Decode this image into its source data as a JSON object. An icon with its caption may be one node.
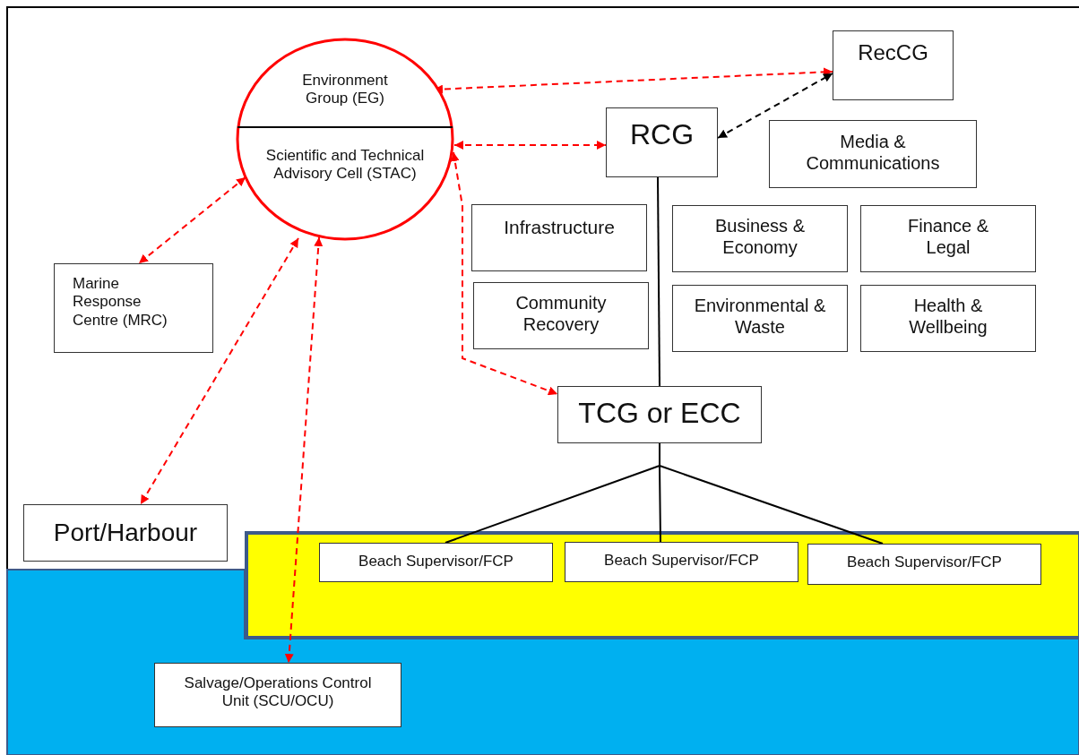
{
  "diagram": {
    "nodes": [
      {
        "text": [
          "Environment Group (EG)",
          "Scientific and Technical Advisory Cell (STAC)"
        ]
      },
      {
        "text": [
          "RecCG"
        ]
      },
      {
        "text": [
          "RCG"
        ]
      },
      {
        "text": [
          "Media & Communications"
        ]
      },
      {
        "text": [
          "Infrastructure"
        ]
      },
      {
        "text": [
          "Business & Economy"
        ]
      },
      {
        "text": [
          "Finance & Legal"
        ]
      },
      {
        "text": [
          "Marine Response Centre (MRC)"
        ]
      },
      {
        "text": [
          "Community Recovery"
        ]
      },
      {
        "text": [
          "Environmental & Waste"
        ]
      },
      {
        "text": [
          "Health & Wellbeing"
        ]
      },
      {
        "text": [
          "TCG or ECC"
        ]
      },
      {
        "text": [
          "Port/Harbour"
        ]
      },
      {
        "text": [
          "Beach Supervisor/FCP"
        ]
      },
      {
        "text": [
          "Beach Supervisor/FCP"
        ]
      },
      {
        "text": [
          "Beach Supervisor/FCP"
        ]
      },
      {
        "text": [
          "Salvage/Operations Control Unit (SCU/OCU)"
        ]
      }
    ],
    "edges": [
      {
        "from": 0,
        "to": 1,
        "arrow": "both",
        "style": "dashed",
        "color": "#ff0000"
      },
      {
        "from": 2,
        "to": 1,
        "arrow": "both",
        "style": "dashed",
        "color": "#000000"
      },
      {
        "from": 0,
        "to": 2,
        "arrow": "both",
        "style": "dashed",
        "color": "#ff0000"
      },
      {
        "from": 0,
        "to": 7,
        "arrow": "both",
        "style": "dashed",
        "color": "#ff0000"
      },
      {
        "from": 0,
        "to": 12,
        "arrow": "both",
        "style": "dashed",
        "color": "#ff0000"
      },
      {
        "from": 0,
        "to": 16,
        "arrow": "both",
        "style": "dashed",
        "color": "#ff0000"
      },
      {
        "from": 0,
        "to": 11,
        "arrow": "both",
        "style": "dashed",
        "color": "#ff0000"
      },
      {
        "from": 2,
        "to": 11,
        "arrow": "none",
        "color": "#000000"
      },
      {
        "from": 11,
        "to": 13,
        "arrow": "none",
        "color": "#000000"
      },
      {
        "from": 11,
        "to": 14,
        "arrow": "none",
        "color": "#000000"
      },
      {
        "from": 11,
        "to": 15,
        "arrow": "none",
        "color": "#000000"
      }
    ]
  }
}
